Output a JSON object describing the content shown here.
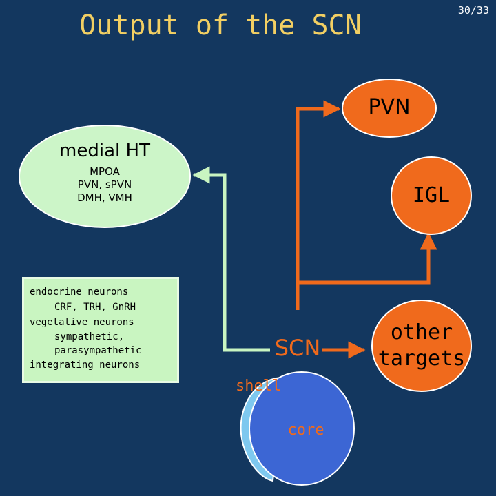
{
  "page_number": "30/33",
  "title": "Output of the SCN",
  "nodes": {
    "medial_ht": {
      "title": "medial HT",
      "lines": [
        "MPOA",
        "PVN, sPVN",
        "DMH, VMH"
      ]
    },
    "pvn": "PVN",
    "igl": "IGL",
    "other_targets": [
      "other",
      "targets"
    ],
    "scn": "SCN",
    "shell": "shell",
    "core": "core"
  },
  "info_box": {
    "lines": [
      "endocrine neurons",
      "CRF, TRH, GnRH",
      "vegetative neurons",
      "sympathetic,",
      "parasympathetic",
      "integrating neurons"
    ]
  },
  "colors": {
    "background": "#13375f",
    "title": "#f2cf63",
    "orange": "#f06a1c",
    "green_node": "#ccf5c8",
    "green_arrow": "#c9f5c1",
    "shell": "#7ec8ef",
    "core": "#3c66d4",
    "scn_text": "#f06a1c"
  }
}
